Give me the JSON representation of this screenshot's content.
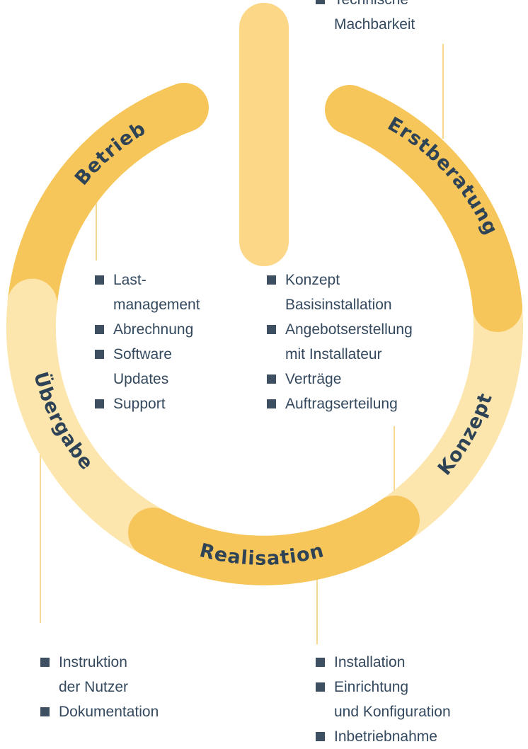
{
  "phases": {
    "erstberatung": "Erstberatung",
    "konzept": "Konzept",
    "realisation": "Realisation",
    "uebergabe": "Übergabe",
    "betrieb": "Betrieb"
  },
  "notes": {
    "top": [
      "Technische",
      "Machbarkeit"
    ],
    "betrieb": [
      {
        "l1": "Last-",
        "l2": "management"
      },
      {
        "l1": "Abrechnung"
      },
      {
        "l1": "Software",
        "l2": "Updates"
      },
      {
        "l1": "Support"
      }
    ],
    "konzept": [
      {
        "l1": "Konzept",
        "l2": "Basisinstallation"
      },
      {
        "l1": "Angebotserstellung",
        "l2": "mit Installateur"
      },
      {
        "l1": "Verträge"
      },
      {
        "l1": "Auftragserteilung"
      }
    ],
    "uebergabe": [
      {
        "l1": "Instruktion",
        "l2": "der Nutzer"
      },
      {
        "l1": "Dokumentation"
      }
    ],
    "realisation": [
      {
        "l1": "Installation"
      },
      {
        "l1": "Einrichtung",
        "l2": "und Konfiguration"
      },
      {
        "l1": "Inbetriebnahme"
      }
    ]
  },
  "colors": {
    "dark": "#f6c65b",
    "medium": "#fbd787",
    "light": "#fde6ad",
    "connector": "#f7d791",
    "text": "#34495e"
  }
}
